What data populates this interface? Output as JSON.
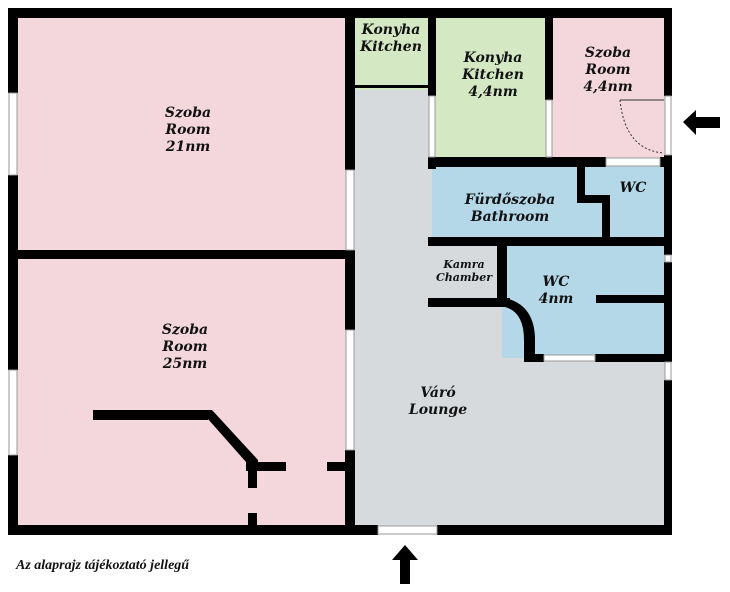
{
  "colors": {
    "room": "#f3d7dd",
    "kitchen": "#d4e8c4",
    "bath": "#b4d8e8",
    "lounge": "#d6dadd",
    "chamber": "#d6dadd",
    "wall": "#000000"
  },
  "rooms": {
    "room21": {
      "hu": "Szoba",
      "en": "Room",
      "area": "21nm"
    },
    "room25": {
      "hu": "Szoba",
      "en": "Room",
      "area": "25nm"
    },
    "kitchen_small": {
      "hu": "Konyha",
      "en": "Kitchen"
    },
    "kitchen": {
      "hu": "Konyha",
      "en": "Kitchen",
      "area": "4,4nm"
    },
    "room44": {
      "hu": "Szoba",
      "en": "Room",
      "area": "4,4nm"
    },
    "bathroom": {
      "hu": "Fürdőszoba",
      "en": "Bathroom"
    },
    "wc_small": {
      "en": "WC"
    },
    "chamber": {
      "hu": "Kamra",
      "en": "Chamber"
    },
    "wc": {
      "en": "WC",
      "area": "4nm"
    },
    "lounge": {
      "hu": "Váró",
      "en": "Lounge"
    }
  },
  "caption": "Az alaprajz tájékoztató jellegű",
  "icons": {
    "entrance_right": "arrow-left-icon",
    "entrance_bottom": "arrow-up-icon"
  }
}
